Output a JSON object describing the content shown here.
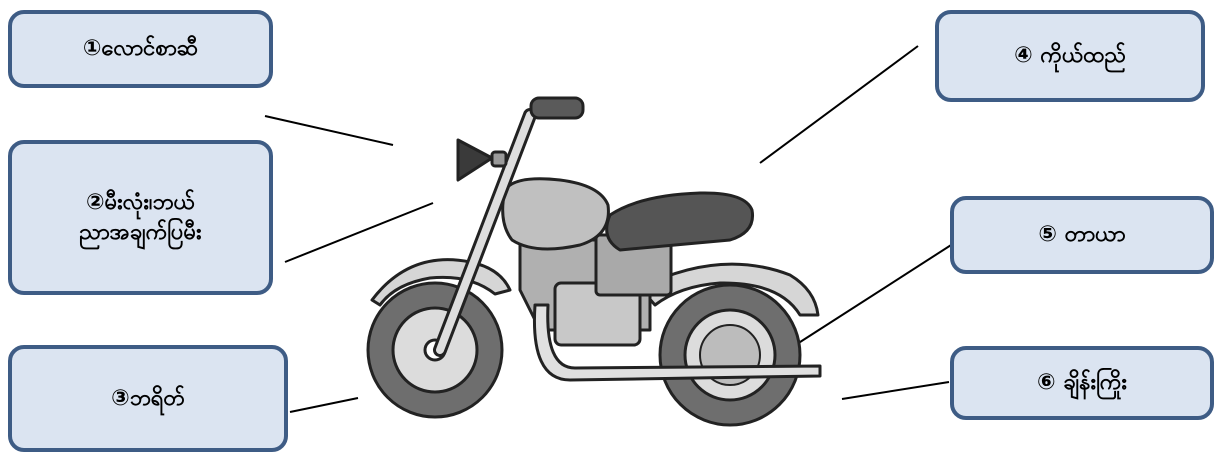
{
  "labels": [
    {
      "id": "1",
      "lines": [
        "①လောင်စာဆီ"
      ]
    },
    {
      "id": "2",
      "lines": [
        "②မီးလုံး၊ဘယ်",
        "ညာအချက်ပြမီး"
      ]
    },
    {
      "id": "3",
      "lines": [
        "③ဘရိတ်"
      ]
    },
    {
      "id": "4",
      "lines": [
        "④ ကိုယ်ထည်"
      ]
    },
    {
      "id": "5",
      "lines": [
        "⑤ တာယာ"
      ]
    },
    {
      "id": "6",
      "lines": [
        "⑥ ချိန်းကြိုး"
      ]
    }
  ],
  "colors": {
    "box_fill": "#dbe4f1",
    "box_border": "#3e5c85",
    "body_gray": "#bdbdbd",
    "dark_gray": "#555555"
  },
  "illustration": "motorcycle"
}
